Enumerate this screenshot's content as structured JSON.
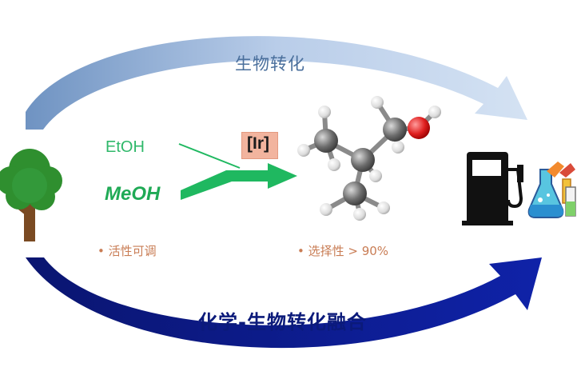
{
  "labels": {
    "biotransformation": "生物转化",
    "chem_bio_fusion": "化学-生物转化融合",
    "etoh": "EtOH",
    "meoh": "MeOH",
    "catalyst": "[Ir]",
    "activity_note": "• 活性可调",
    "selectivity_note": "• 选择性 > 90%"
  },
  "colors": {
    "top_arrow": "#a9c3e4",
    "bottom_arrow": "#0c1a8c",
    "green": "#1fb860",
    "catalyst_box": "#f2b49e",
    "note": "#c97d55",
    "tree_leaves": "#2f8f2f",
    "tree_trunk": "#7a4a22",
    "pump": "#111111"
  },
  "icons": [
    "tree-icon",
    "fuel-pump-icon",
    "lab-flask-icon",
    "molecule-isobutanol"
  ]
}
